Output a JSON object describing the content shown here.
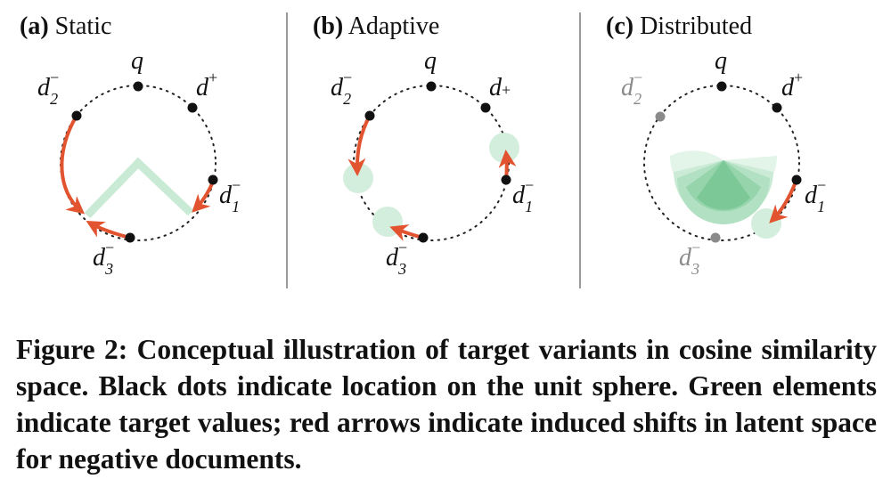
{
  "panels": [
    {
      "id": "a",
      "letter": "(a)",
      "name": "Static"
    },
    {
      "id": "b",
      "letter": "(b)",
      "name": "Adaptive"
    },
    {
      "id": "c",
      "letter": "(c)",
      "name": "Distributed"
    }
  ],
  "labels": {
    "query": "q",
    "doc_var": "d",
    "plus": "+",
    "minus": "−",
    "sub1": "1",
    "sub2": "2",
    "sub3": "3"
  },
  "caption": "Figure 2: Conceptual illustration of target variants in cosine similarity space. Black dots indicate location on the unit sphere. Green elements indicate target values; red arrows in­dicate induced shifts in latent space for negative documents.",
  "colors": {
    "dot": "#111111",
    "gray_dot": "#8a8a8a",
    "arrow": "#e2532f",
    "target": "#8fd3a6",
    "divider": "#9a9a9a"
  }
}
